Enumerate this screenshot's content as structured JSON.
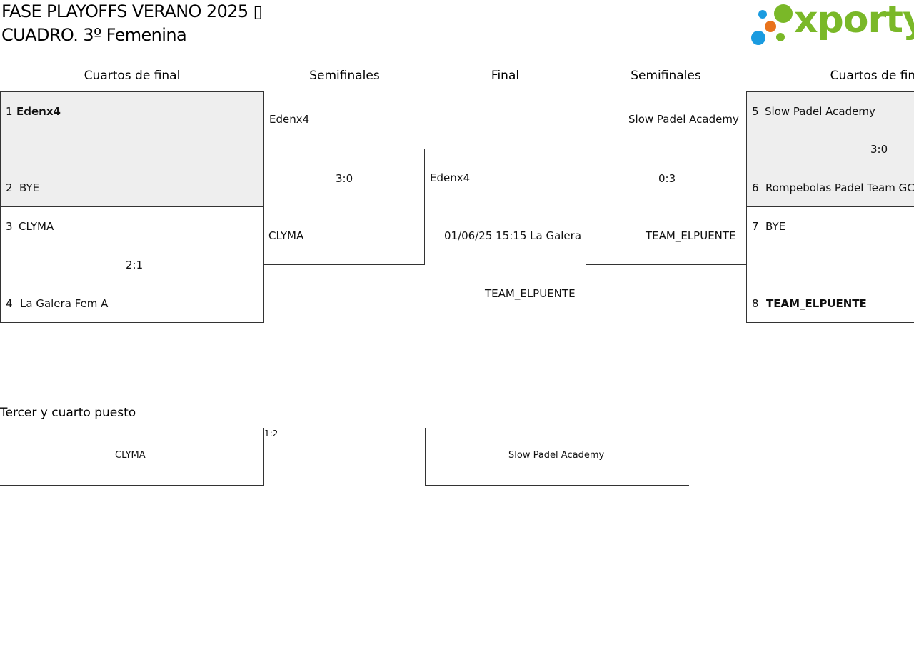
{
  "header": {
    "title_line1": "FASE PLAYOFFS VERANO 2025 ▯",
    "title_line2": "CUADRO. 3º Femenina",
    "logo_text": "xporty",
    "logo_colors": {
      "green": "#7ab828",
      "blue": "#1a9be0",
      "orange": "#e8731c"
    }
  },
  "rounds": {
    "left_quarters": "Cuartos de final",
    "left_semis": "Semifinales",
    "final": "Final",
    "right_semis": "Semifinales",
    "right_quarters": "Cuartos de final"
  },
  "quarters": {
    "m1": {
      "seed_a": "1",
      "team_a": "Edenx4",
      "seed_b": "2",
      "team_b": "BYE",
      "score": ""
    },
    "m2": {
      "seed_a": "3",
      "team_a": "CLYMA",
      "seed_b": "4",
      "team_b": "La Galera Fem A",
      "score": "2:1"
    },
    "m3": {
      "seed_a": "5",
      "team_a": "Slow Padel Academy",
      "seed_b": "6",
      "team_b": "Rompebolas Padel Team GC",
      "score": "3:0"
    },
    "m4": {
      "seed_a": "7",
      "team_a": "BYE",
      "seed_b": "8",
      "team_b": "TEAM_ELPUENTE",
      "score": ""
    }
  },
  "semis": {
    "left": {
      "team_a": "Edenx4",
      "team_b": "CLYMA",
      "score": "3:0"
    },
    "right": {
      "team_a": "Slow Padel Academy",
      "team_b": "TEAM_ELPUENTE",
      "score": "0:3"
    }
  },
  "final": {
    "team_a": "Edenx4",
    "schedule": "01/06/25 15:15 La Galera",
    "team_b": "TEAM_ELPUENTE"
  },
  "third_place": {
    "label": "Tercer y cuarto puesto",
    "team_a": "CLYMA",
    "score": "1:2",
    "team_b": "Slow Padel Academy"
  }
}
